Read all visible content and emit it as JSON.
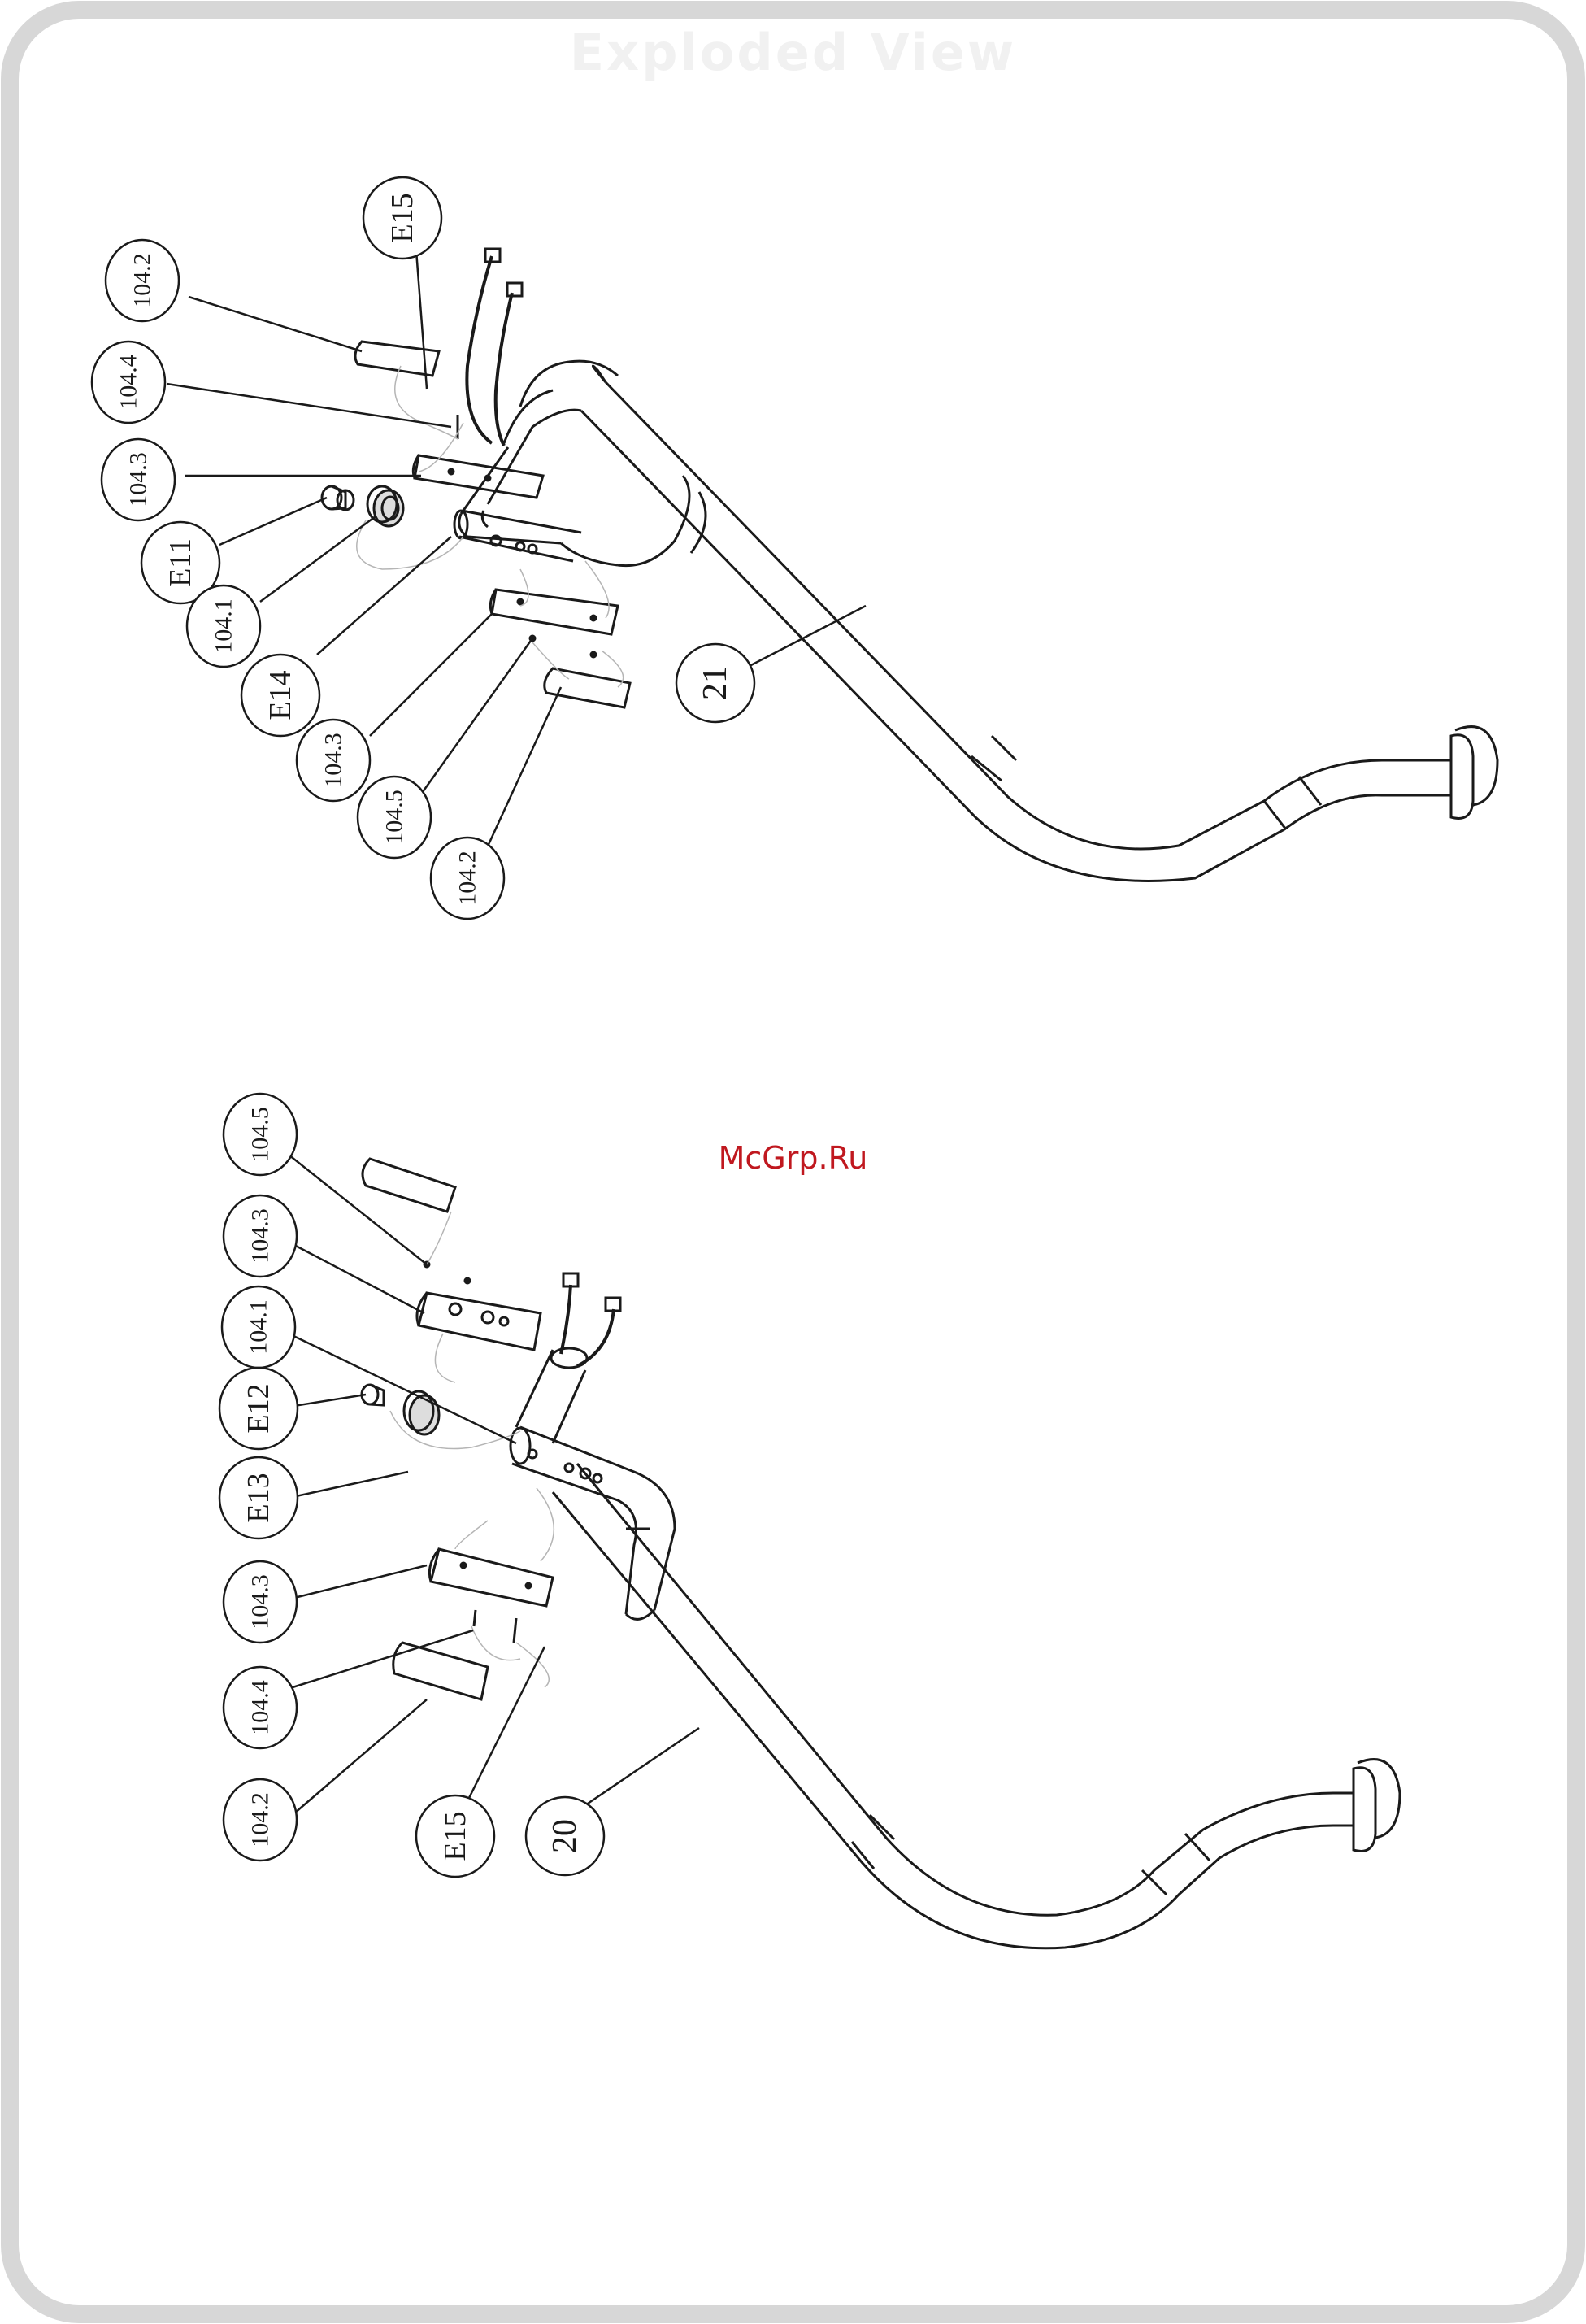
{
  "header": {
    "title": "Exploded View"
  },
  "watermark": {
    "text": "McGrp.Ru"
  },
  "colors": {
    "frame": "#d7d7d7",
    "line": "#1a1a1a",
    "leader": "#b5b5b5",
    "watermark": "#c0181f",
    "title": "#f1f1f1"
  },
  "callouts": {
    "top_104_2_a": "104.2",
    "top_e15": "E15",
    "top_104_4": "104.4",
    "top_104_3_a": "104.3",
    "top_e11": "E11",
    "top_104_1": "104.1",
    "top_e14": "E14",
    "top_104_3_b": "104.3",
    "top_104_5": "104.5",
    "top_104_2_b": "104.2",
    "top_21": "21",
    "bot_104_5": "104.5",
    "bot_104_3_a": "104.3",
    "bot_104_1": "104.1",
    "bot_e12": "E12",
    "bot_e13": "E13",
    "bot_104_3_b": "104.3",
    "bot_104_4": "104.4",
    "bot_104_2": "104.2",
    "bot_e15": "E15",
    "bot_20": "20"
  }
}
